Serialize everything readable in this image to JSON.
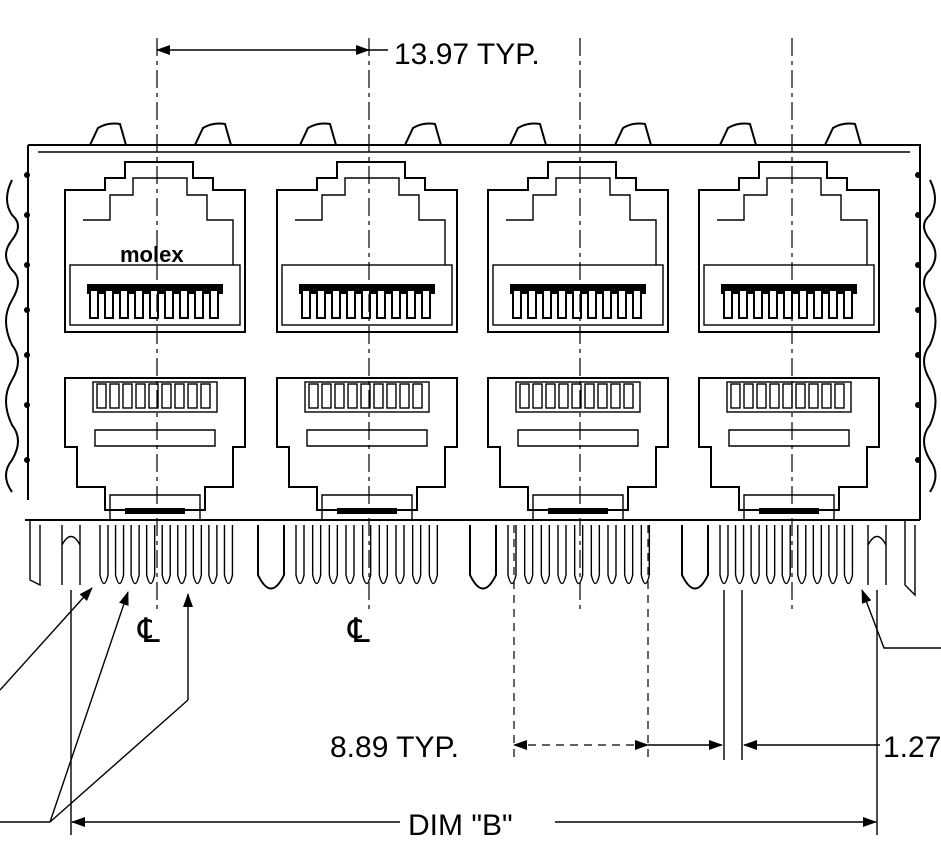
{
  "drawing": {
    "brand_mark": "molex",
    "centerline_symbol": "℄",
    "dimensions": {
      "pitch_top": "13.97 TYP.",
      "pitch_bottom": "8.89 TYP.",
      "pin_spacing": "1.27",
      "overall": "DIM \"B\""
    }
  }
}
